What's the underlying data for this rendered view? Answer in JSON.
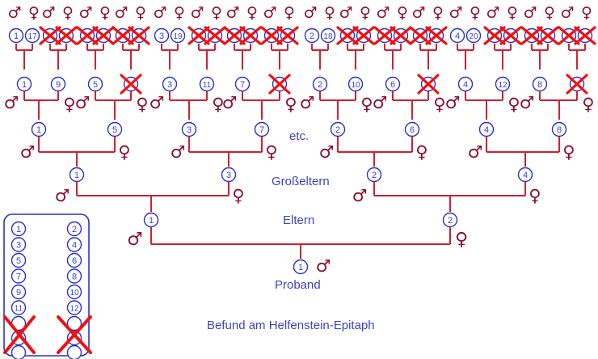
{
  "labels": {
    "etc": "etc.",
    "grandparents": "Großeltern",
    "parents": "Eltern",
    "proband": "Proband",
    "finding": "Befund am Helfenstein-Epitaph"
  },
  "symbols": {
    "male": "♂",
    "female": "♀"
  },
  "colors": {
    "line": "#cc2233",
    "cross": "#ee1111",
    "node_text": "#3d44c2",
    "node_stroke": "#2a30cc",
    "label_text": "#3d44c2",
    "symbol": "#8a1030"
  },
  "generations": {
    "proband": [
      "1"
    ],
    "parents": [
      "1",
      "2"
    ],
    "grandparents": [
      "1",
      "3",
      "2",
      "4"
    ],
    "great_grandparents": [
      "1",
      "5",
      "3",
      "7",
      "2",
      "6",
      "4",
      "8"
    ],
    "gen4": [
      "1",
      "9",
      "5",
      "",
      "3",
      "11",
      "7",
      "",
      "2",
      "10",
      "6",
      "",
      "4",
      "12",
      "8",
      ""
    ],
    "gen4_crossed": [
      false,
      false,
      false,
      true,
      false,
      false,
      false,
      true,
      false,
      false,
      false,
      true,
      false,
      false,
      false,
      true
    ],
    "gen5_first": [
      "1",
      "3",
      "2",
      "4"
    ],
    "gen5_second": [
      "17",
      "19",
      "18",
      "20"
    ]
  },
  "legend": {
    "left": [
      "1",
      "3",
      "5",
      "7",
      "9",
      "11"
    ],
    "right": [
      "2",
      "4",
      "6",
      "8",
      "10",
      "12"
    ]
  }
}
